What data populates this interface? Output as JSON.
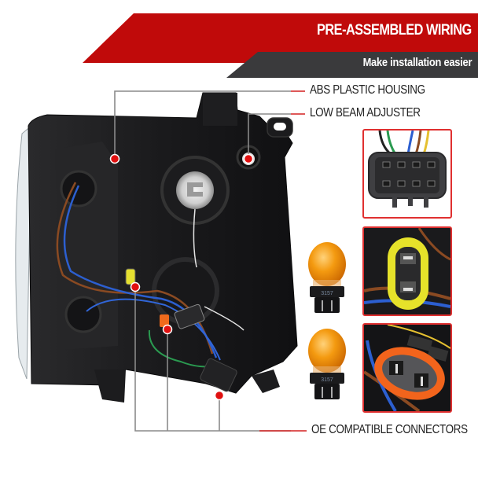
{
  "banner": {
    "title": "PRE-ASSEMBLED WIRING",
    "subtitle": "Make installation easier",
    "colors": {
      "red": "#c00a0a",
      "dark": "#3a3a3c",
      "text": "#ffffff"
    }
  },
  "callouts": [
    {
      "id": "abs-plastic-housing",
      "label": "ABS PLASTIC HOUSING"
    },
    {
      "id": "low-beam-adjuster",
      "label": "LOW BEAM ADJUSTER"
    },
    {
      "id": "oe-compatible-connectors",
      "label": "OE COMPATIBLE CONNECTORS"
    }
  ],
  "bulbs": [
    {
      "label": "3157",
      "color": "#f08a00"
    },
    {
      "label": "3157",
      "color": "#f08a00"
    }
  ],
  "connector_thumbnails": [
    {
      "name": "8-pin-harness-connector",
      "accent": "#4a4a4a"
    },
    {
      "name": "yellow-2-pin-connector",
      "accent": "#e6e22a"
    },
    {
      "name": "orange-2-pin-connector",
      "accent": "#f2641c"
    }
  ],
  "colors": {
    "leader_line": "#8a8a8a",
    "leader_end": "#d42020",
    "dot": "#e01010",
    "thumb_border": "#e03030"
  }
}
